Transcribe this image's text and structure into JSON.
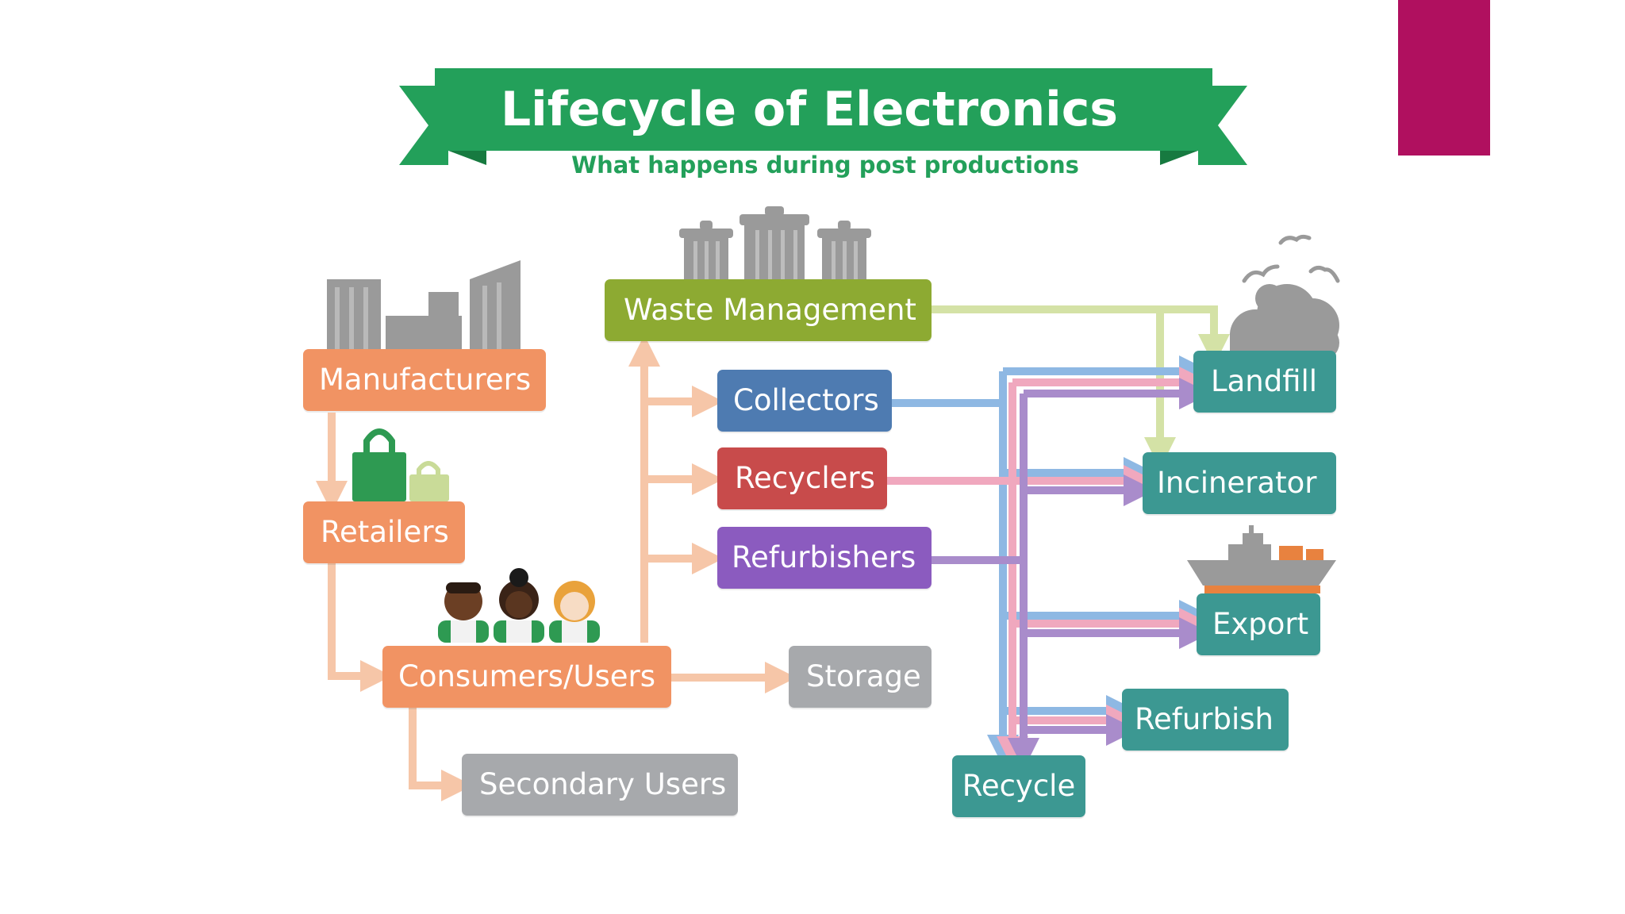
{
  "slide": {
    "accent_color": "#B0105F",
    "banner_color": "#23A05A",
    "banner_dark": "#177A40"
  },
  "header": {
    "title": "Lifecycle of Electronics",
    "subtitle": "What happens during post productions"
  },
  "colors": {
    "orange": "#F19363",
    "orange_line": "#F6C6A8",
    "olive": "#8DAA32",
    "olive_line": "#D4E2A6",
    "blue": "#4E7BB1",
    "blue_line": "#8EB8E3",
    "red": "#C84B4B",
    "pink_line": "#F0A8BE",
    "purple": "#8B5BBF",
    "purple_line": "#A98CCB",
    "gray": "#A7A9AC",
    "teal": "#3C9892",
    "icon_gray": "#9A9A9A",
    "bag_green": "#2E9A52",
    "bag_light": "#C9DB98"
  },
  "nodes": {
    "manufacturers": "Manufacturers",
    "retailers": "Retailers",
    "consumers": "Consumers/Users",
    "secondary_users": "Secondary Users",
    "storage": "Storage",
    "waste_management": "Waste Management",
    "collectors": "Collectors",
    "recyclers": "Recyclers",
    "refurbishers": "Refurbishers",
    "landfill": "Landfill",
    "incinerator": "Incinerator",
    "export": "Export",
    "refurbish": "Refurbish",
    "recycle": "Recycle"
  },
  "icons": {
    "factory": "factory-icon",
    "bags": "shopping-bags-icon",
    "people": "people-icon",
    "bins": "trash-bins-icon",
    "landfill": "landfill-pile-icon",
    "birds": "birds-icon",
    "ship": "cargo-ship-icon"
  }
}
